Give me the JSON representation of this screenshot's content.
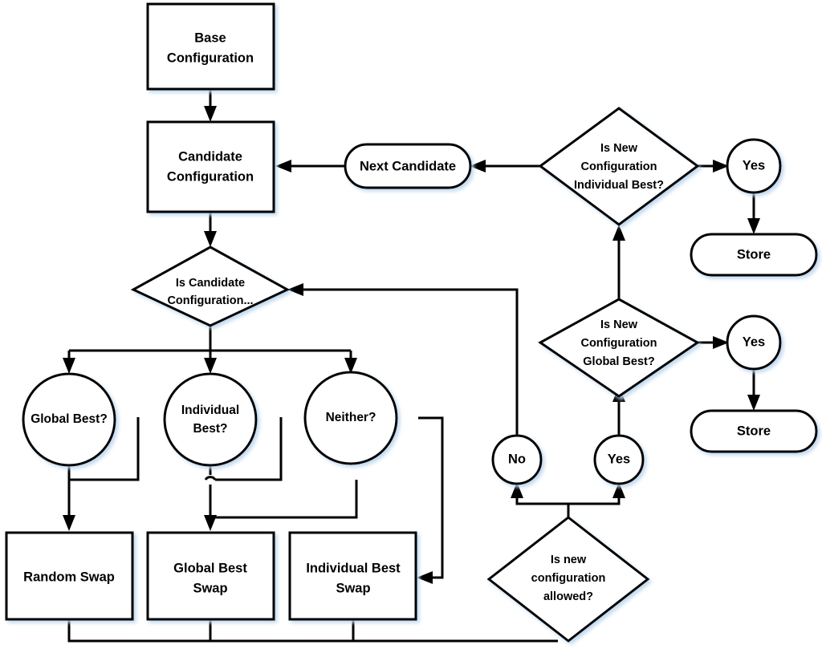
{
  "diagram": {
    "title": "Configuration Search Flowchart",
    "type": "flowchart",
    "background_color": "#ffffff",
    "stroke_color": "#000000",
    "shape_fill_color": "#ffffff",
    "shadow_color": "#dce9f7"
  },
  "nodes": {
    "base_configuration": {
      "label_line1": "Base",
      "label_line2": "Configuration",
      "shape": "rectangle"
    },
    "candidate_configuration": {
      "label_line1": "Candidate",
      "label_line2": "Configuration",
      "shape": "rectangle"
    },
    "next_candidate": {
      "label": "Next Candidate",
      "shape": "rounded-rectangle"
    },
    "is_candidate_configuration": {
      "label_line1": "Is Candidate",
      "label_line2": "Configuration...",
      "shape": "diamond"
    },
    "global_best_question": {
      "label": "Global Best?",
      "shape": "circle"
    },
    "individual_best_question": {
      "label_line1": "Individual",
      "label_line2": "Best?",
      "shape": "circle"
    },
    "neither_question": {
      "label": "Neither?",
      "shape": "circle"
    },
    "random_swap": {
      "label": "Random Swap",
      "shape": "rectangle"
    },
    "global_best_swap": {
      "label_line1": "Global Best",
      "label_line2": "Swap",
      "shape": "rectangle"
    },
    "individual_best_swap": {
      "label_line1": "Individual Best",
      "label_line2": "Swap",
      "shape": "rectangle"
    },
    "is_new_configuration_allowed": {
      "label_line1": "Is new",
      "label_line2": "configuration",
      "label_line3": "allowed?",
      "shape": "diamond"
    },
    "allowed_no": {
      "label": "No",
      "shape": "circle"
    },
    "allowed_yes": {
      "label": "Yes",
      "shape": "circle"
    },
    "is_new_configuration_global_best": {
      "label_line1": "Is New",
      "label_line2": "Configuration",
      "label_line3": "Global Best?",
      "shape": "diamond"
    },
    "global_best_yes": {
      "label": "Yes",
      "shape": "circle"
    },
    "store_global": {
      "label": "Store",
      "shape": "rounded-rectangle"
    },
    "is_new_configuration_individual_best": {
      "label_line1": "Is New",
      "label_line2": "Configuration",
      "label_line3": "Individual Best?",
      "shape": "diamond"
    },
    "individual_best_yes": {
      "label": "Yes",
      "shape": "circle"
    },
    "store_individual": {
      "label": "Store",
      "shape": "rounded-rectangle"
    }
  },
  "chart_data": {
    "type": "diagram",
    "title": "Configuration Search Flowchart",
    "nodes": [
      "Base Configuration",
      "Candidate Configuration",
      "Next Candidate",
      "Is Candidate Configuration...",
      "Global Best?",
      "Individual Best?",
      "Neither?",
      "Random Swap",
      "Global Best Swap",
      "Individual Best Swap",
      "Is new configuration allowed?",
      "No",
      "Yes",
      "Is New Configuration Global Best?",
      "Yes",
      "Store",
      "Is New Configuration Individual Best?",
      "Yes",
      "Store"
    ],
    "edges": [
      {
        "from": "Base Configuration",
        "to": "Candidate Configuration"
      },
      {
        "from": "Candidate Configuration",
        "to": "Is Candidate Configuration..."
      },
      {
        "from": "Is Candidate Configuration...",
        "to": "Global Best?"
      },
      {
        "from": "Is Candidate Configuration...",
        "to": "Individual Best?"
      },
      {
        "from": "Is Candidate Configuration...",
        "to": "Neither?"
      },
      {
        "from": "Global Best?",
        "to": "Random Swap"
      },
      {
        "from": "Individual Best?",
        "to": "Global Best Swap"
      },
      {
        "from": "Neither?",
        "to": "Individual Best Swap"
      },
      {
        "from": "Random Swap",
        "to": "Is new configuration allowed?"
      },
      {
        "from": "Global Best Swap",
        "to": "Is new configuration allowed?"
      },
      {
        "from": "Individual Best Swap",
        "to": "Is new configuration allowed?"
      },
      {
        "from": "Is new configuration allowed?",
        "to": "No"
      },
      {
        "from": "Is new configuration allowed?",
        "to": "Yes"
      },
      {
        "from": "No",
        "to": "Is Candidate Configuration..."
      },
      {
        "from": "Yes",
        "to": "Is New Configuration Global Best?"
      },
      {
        "from": "Is New Configuration Global Best?",
        "to": "Yes"
      },
      {
        "from": "Yes",
        "to": "Store"
      },
      {
        "from": "Is New Configuration Global Best?",
        "to": "Is New Configuration Individual Best?"
      },
      {
        "from": "Is New Configuration Individual Best?",
        "to": "Yes"
      },
      {
        "from": "Yes",
        "to": "Store"
      },
      {
        "from": "Is New Configuration Individual Best?",
        "to": "Next Candidate"
      },
      {
        "from": "Next Candidate",
        "to": "Candidate Configuration"
      }
    ]
  }
}
